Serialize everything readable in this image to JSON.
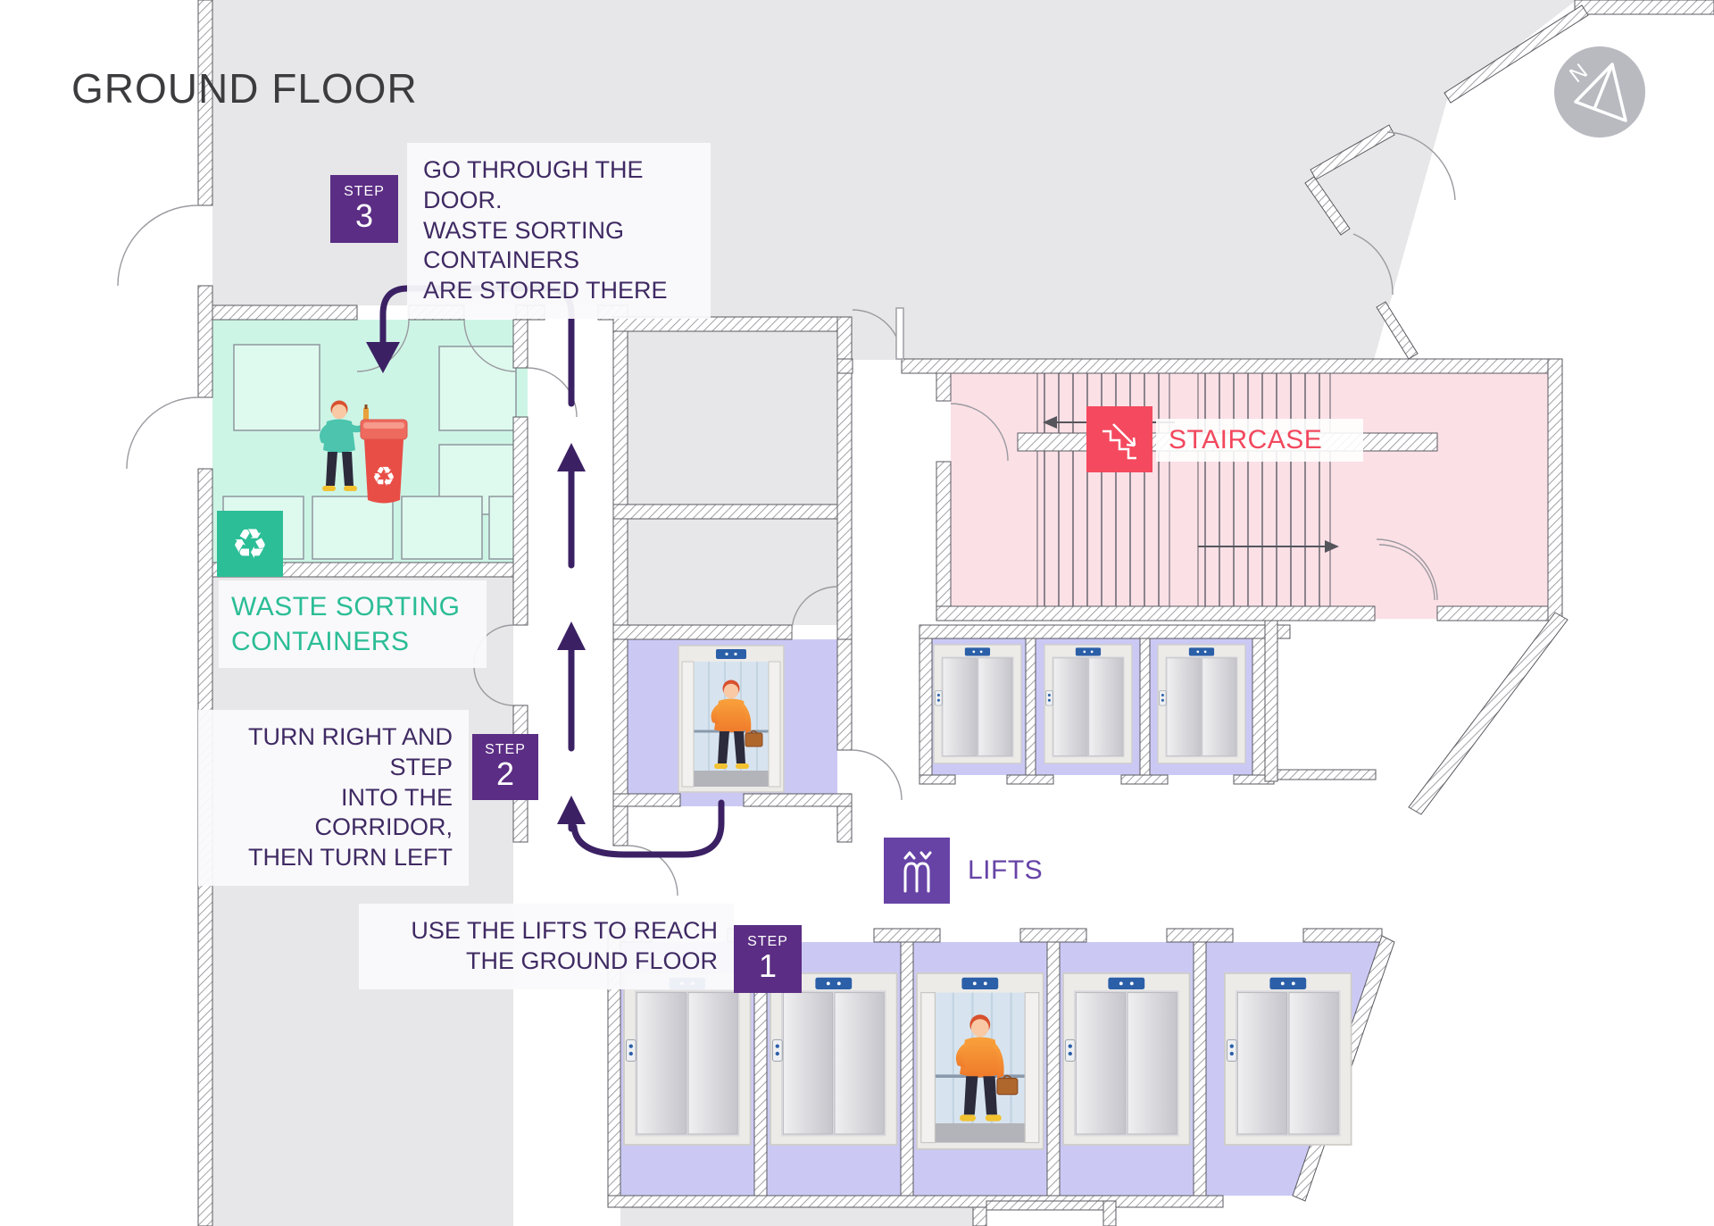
{
  "title": "GROUND FLOOR",
  "compass": {
    "north_label": "N"
  },
  "steps": [
    {
      "step_word": "STEP",
      "number": "1",
      "lines": [
        "USE THE LIFTS TO REACH",
        "THE GROUND FLOOR"
      ]
    },
    {
      "step_word": "STEP",
      "number": "2",
      "lines": [
        "TURN RIGHT AND STEP",
        "INTO THE CORRIDOR,",
        "THEN TURN LEFT"
      ]
    },
    {
      "step_word": "STEP",
      "number": "3",
      "lines": [
        "GO THROUGH THE DOOR.",
        "WASTE SORTING CONTAINERS",
        "ARE STORED THERE"
      ]
    }
  ],
  "zones": {
    "waste_sorting": {
      "label_lines": [
        "WASTE SORTING",
        "CONTAINERS"
      ],
      "text_color": "#2bbd96",
      "room_fill": "#cdf5e6"
    },
    "lifts": {
      "label": "LIFTS",
      "text_color": "#6743a6",
      "bay_fill": "#cbc9f4"
    },
    "staircase": {
      "label": "STAIRCASE",
      "text_color": "#f2485e",
      "area_fill": "#fbe0e6"
    }
  },
  "icons": {
    "compass": "north-compass-icon",
    "recycle": "recycle-icon",
    "lifts": "lift-icon",
    "staircase": "stairs-icon"
  },
  "palette": {
    "step_badge_purple": "#5b2d84",
    "route_purple": "#3b2164",
    "instruction_text_purple": "#3f2a63",
    "teal_accent": "#2cbe97",
    "mint_room": "#cdf5e6",
    "red_accent": "#f2485e",
    "pink_area": "#fbe0e6",
    "lavender_lift": "#cbc9f4",
    "interior_gray": "#e7e7e9",
    "title_gray": "#3c3c3e"
  }
}
